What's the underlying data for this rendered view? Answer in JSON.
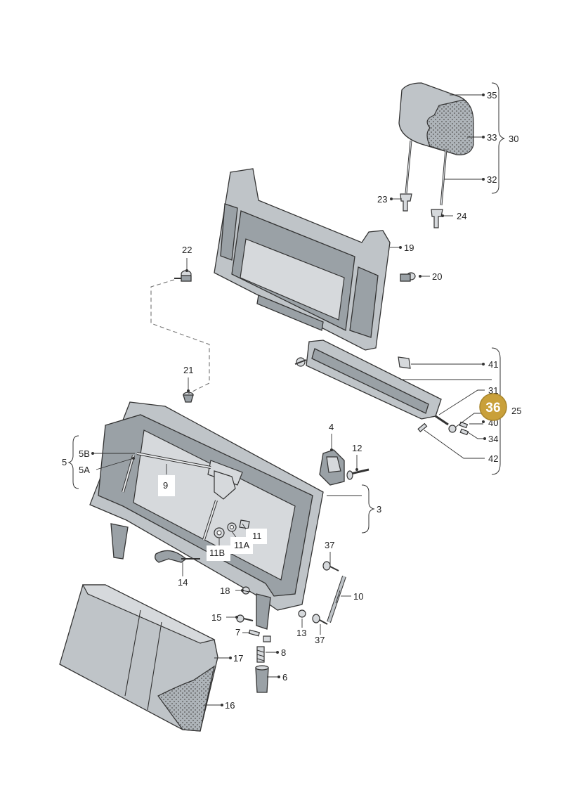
{
  "callouts": {
    "c35": "35",
    "c33": "33",
    "c30": "30",
    "c32": "32",
    "c23": "23",
    "c24": "24",
    "c19": "19",
    "c22": "22",
    "c20": "20",
    "c41": "41",
    "c31": "31",
    "c25": "25",
    "c40": "40",
    "c34": "34",
    "c42": "42",
    "c21": "21",
    "c4": "4",
    "c12": "12",
    "c5B": "5B",
    "c5": "5",
    "c5A": "5A",
    "c9": "9",
    "c3": "3",
    "c11": "11",
    "c11A": "11A",
    "c11B": "11B",
    "c37a": "37",
    "c14": "14",
    "c18": "18",
    "c10": "10",
    "c15": "15",
    "c13": "13",
    "c37b": "37",
    "c7": "7",
    "c8": "8",
    "c17": "17",
    "c6": "6",
    "c16": "16"
  },
  "highlight": {
    "label": "36",
    "color": "#c9a03a"
  }
}
